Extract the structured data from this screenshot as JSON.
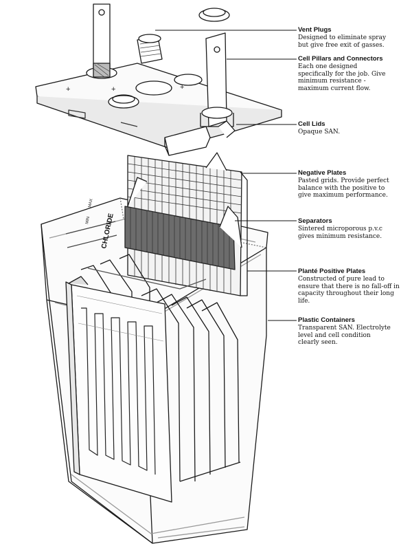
{
  "diagram": {
    "container_marks": {
      "max": "MAX",
      "min": "MIN",
      "brand": "CHLORIDE"
    },
    "labels": [
      {
        "title": "Vent Plugs",
        "description": "Designed to eliminate spray\nbut give free exit of gasses."
      },
      {
        "title": "Cell Pillars and Connectors",
        "description": "Each one designed\nspecifically for the job. Give\nminimum resistance -\nmaximum current flow."
      },
      {
        "title": "Cell Lids",
        "description": "Opaque SAN."
      },
      {
        "title": "Negative Plates",
        "description": "Pasted grids. Provide perfect\nbalance with the positive to\ngive maximum performance."
      },
      {
        "title": "Separators",
        "description": "Sintered microporous p.v.c\ngives minimum resistance."
      },
      {
        "title": "Planté Positive Plates",
        "description": "Constructed of pure lead to\nensure that there is no fall-off in\ncapacity throughout their long\nlife."
      },
      {
        "title": "Plastic Containers",
        "description": "Transparent SAN. Electrolyte\nlevel and cell condition\nclearly seen."
      }
    ]
  }
}
